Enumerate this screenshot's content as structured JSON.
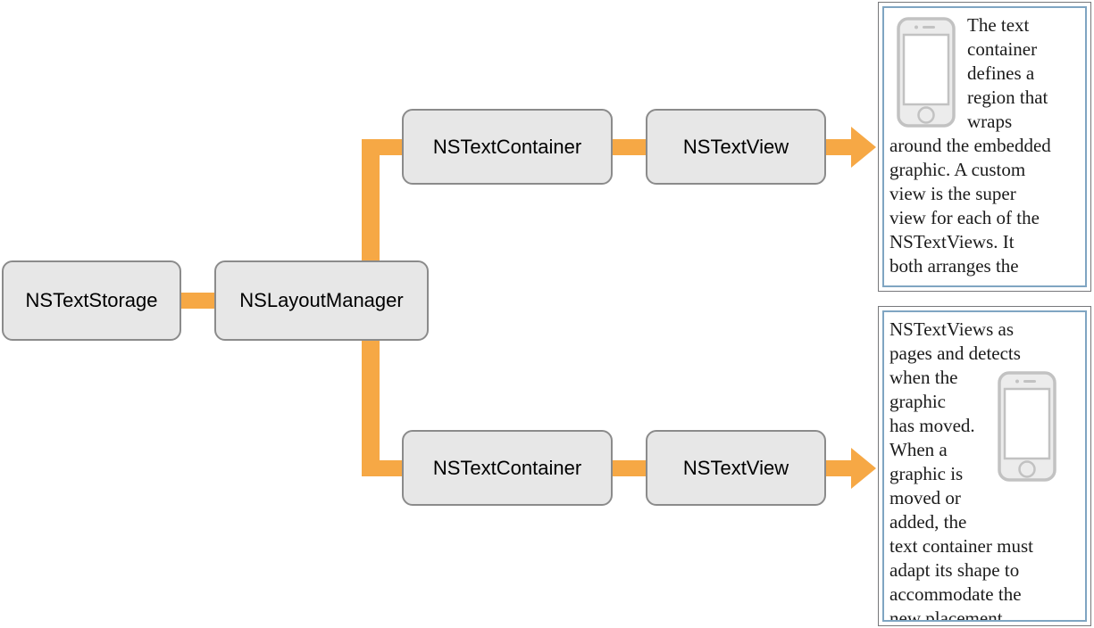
{
  "nodes": {
    "text_storage": {
      "label": "NSTextStorage"
    },
    "layout_manager": {
      "label": "NSLayoutManager"
    },
    "text_container_top": {
      "label": "NSTextContainer"
    },
    "text_view_top": {
      "label": "NSTextView"
    },
    "text_container_bottom": {
      "label": "NSTextContainer"
    },
    "text_view_bottom": {
      "label": "NSTextView"
    }
  },
  "panels": {
    "top": {
      "icon": "iphone-icon",
      "text": "The text\ncontainer\ndefines a\nregion that\nwraps\naround the embedded\ngraphic. A custom\nview is the super\nview for each of the\nNSTextViews. It\nboth arranges the"
    },
    "bottom": {
      "icon": "iphone-icon",
      "text_before_graphic": "NSTextViews as\npages and detects",
      "text_after_graphic": "\nwhen the\ngraphic\nhas moved.\nWhen a\ngraphic is\nmoved or added, the\ntext container must\nadapt its shape to\naccommodate the\nnew placement."
    }
  },
  "colors": {
    "connector_orange": "#F6A845",
    "node_fill": "#E7E7E7",
    "node_border": "#8B8B8B",
    "panel_outer_border": "#77787B",
    "panel_inner_border": "#7FA5C2",
    "phone_gray": "#C2C2C2",
    "body_text": "#1B1B1B"
  }
}
